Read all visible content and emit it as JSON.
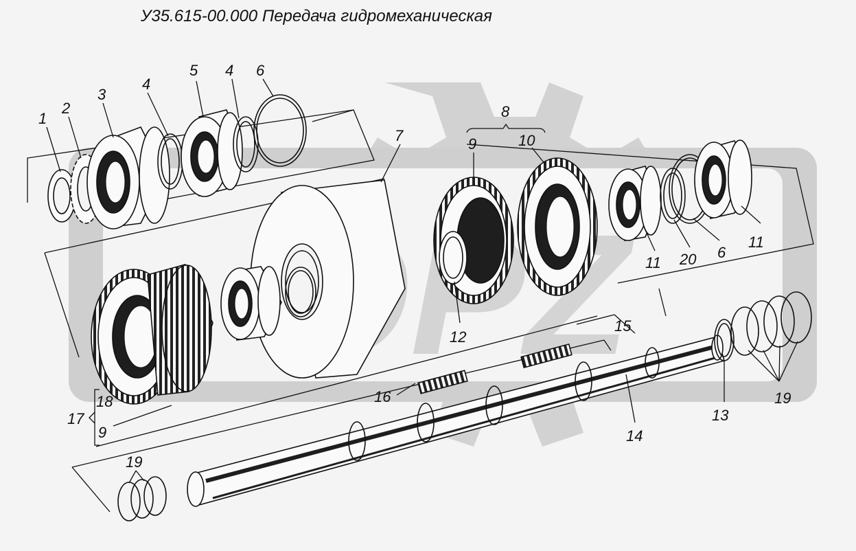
{
  "title": "У35.615-00.000 Передача гидромеханическая",
  "watermark": {
    "text": "OPZ",
    "color": "#cfcfcf"
  },
  "colors": {
    "line": "#111111",
    "paper": "#f4f4f4",
    "part_fill": "#fafafa",
    "shade": "#1e1e1e"
  },
  "callouts": [
    {
      "id": "c1",
      "text": "1"
    },
    {
      "id": "c2",
      "text": "2"
    },
    {
      "id": "c3",
      "text": "3"
    },
    {
      "id": "c4a",
      "text": "4"
    },
    {
      "id": "c5",
      "text": "5"
    },
    {
      "id": "c4b",
      "text": "4"
    },
    {
      "id": "c6a",
      "text": "6"
    },
    {
      "id": "c7",
      "text": "7"
    },
    {
      "id": "c8",
      "text": "8"
    },
    {
      "id": "c9a",
      "text": "9"
    },
    {
      "id": "c10",
      "text": "10"
    },
    {
      "id": "c11a",
      "text": "11"
    },
    {
      "id": "c20",
      "text": "20"
    },
    {
      "id": "c6b",
      "text": "6"
    },
    {
      "id": "c11b",
      "text": "11"
    },
    {
      "id": "c12",
      "text": "12"
    },
    {
      "id": "c15",
      "text": "15"
    },
    {
      "id": "c16",
      "text": "16"
    },
    {
      "id": "c14",
      "text": "14"
    },
    {
      "id": "c13",
      "text": "13"
    },
    {
      "id": "c19a",
      "text": "19"
    },
    {
      "id": "c18",
      "text": "18"
    },
    {
      "id": "c17",
      "text": "17"
    },
    {
      "id": "c9b",
      "text": "9"
    },
    {
      "id": "c19b",
      "text": "19"
    }
  ]
}
